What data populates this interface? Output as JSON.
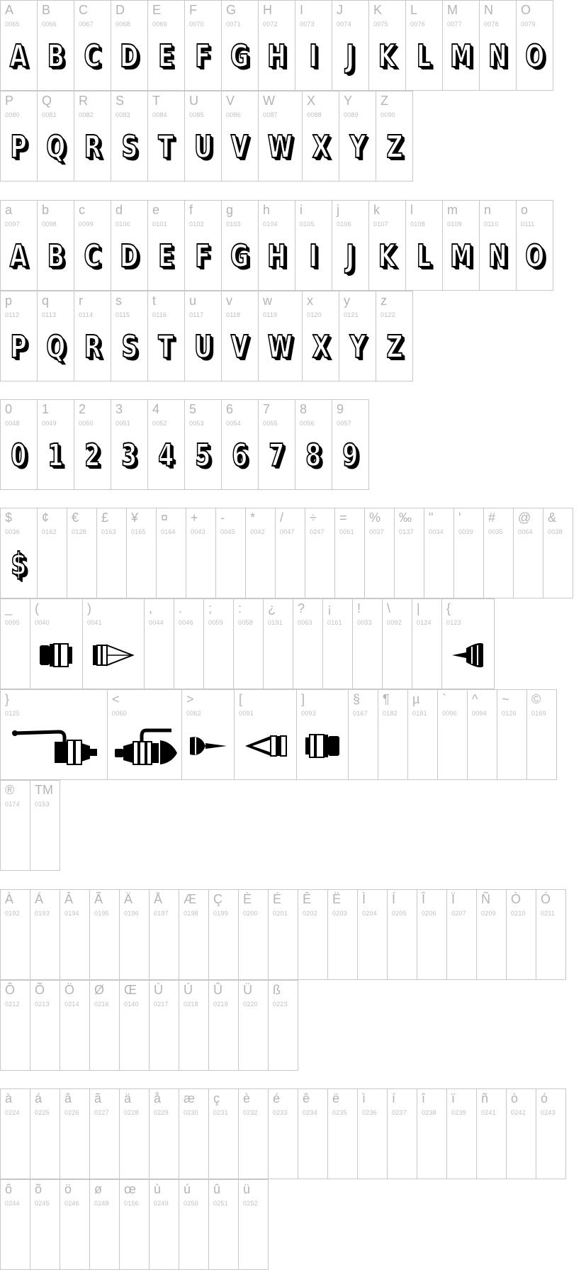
{
  "sections": [
    {
      "id": "uppercase",
      "rows": [
        [
          {
            "label": "A",
            "code": "0065",
            "glyph": "A"
          },
          {
            "label": "B",
            "code": "0066",
            "glyph": "B"
          },
          {
            "label": "C",
            "code": "0067",
            "glyph": "C"
          },
          {
            "label": "D",
            "code": "0068",
            "glyph": "D"
          },
          {
            "label": "E",
            "code": "0069",
            "glyph": "E"
          },
          {
            "label": "F",
            "code": "0070",
            "glyph": "F"
          },
          {
            "label": "G",
            "code": "0071",
            "glyph": "G"
          },
          {
            "label": "H",
            "code": "0072",
            "glyph": "H"
          },
          {
            "label": "I",
            "code": "0073",
            "glyph": "I"
          },
          {
            "label": "J",
            "code": "0074",
            "glyph": "J"
          },
          {
            "label": "K",
            "code": "0075",
            "glyph": "K"
          },
          {
            "label": "L",
            "code": "0076",
            "glyph": "L"
          },
          {
            "label": "M",
            "code": "0077",
            "glyph": "M"
          },
          {
            "label": "N",
            "code": "0078",
            "glyph": "N"
          },
          {
            "label": "O",
            "code": "0079",
            "glyph": "O"
          }
        ],
        [
          {
            "label": "P",
            "code": "0080",
            "glyph": "P"
          },
          {
            "label": "Q",
            "code": "0081",
            "glyph": "Q"
          },
          {
            "label": "R",
            "code": "0082",
            "glyph": "R"
          },
          {
            "label": "S",
            "code": "0083",
            "glyph": "S"
          },
          {
            "label": "T",
            "code": "0084",
            "glyph": "T"
          },
          {
            "label": "U",
            "code": "0085",
            "glyph": "U"
          },
          {
            "label": "V",
            "code": "0086",
            "glyph": "V"
          },
          {
            "label": "W",
            "code": "0087",
            "glyph": "W"
          },
          {
            "label": "X",
            "code": "0088",
            "glyph": "X"
          },
          {
            "label": "Y",
            "code": "0089",
            "glyph": "Y"
          },
          {
            "label": "Z",
            "code": "0090",
            "glyph": "Z"
          }
        ]
      ]
    },
    {
      "id": "lowercase",
      "rows": [
        [
          {
            "label": "a",
            "code": "0097",
            "glyph": "A"
          },
          {
            "label": "b",
            "code": "0098",
            "glyph": "B"
          },
          {
            "label": "c",
            "code": "0099",
            "glyph": "C"
          },
          {
            "label": "d",
            "code": "0100",
            "glyph": "D"
          },
          {
            "label": "e",
            "code": "0101",
            "glyph": "E"
          },
          {
            "label": "f",
            "code": "0102",
            "glyph": "F"
          },
          {
            "label": "g",
            "code": "0103",
            "glyph": "G"
          },
          {
            "label": "h",
            "code": "0104",
            "glyph": "H"
          },
          {
            "label": "i",
            "code": "0105",
            "glyph": "I"
          },
          {
            "label": "j",
            "code": "0106",
            "glyph": "J"
          },
          {
            "label": "k",
            "code": "0107",
            "glyph": "K"
          },
          {
            "label": "l",
            "code": "0108",
            "glyph": "L"
          },
          {
            "label": "m",
            "code": "0109",
            "glyph": "M"
          },
          {
            "label": "n",
            "code": "0110",
            "glyph": "N"
          },
          {
            "label": "o",
            "code": "0111",
            "glyph": "O"
          }
        ],
        [
          {
            "label": "p",
            "code": "0112",
            "glyph": "P"
          },
          {
            "label": "q",
            "code": "0113",
            "glyph": "Q"
          },
          {
            "label": "r",
            "code": "0114",
            "glyph": "R"
          },
          {
            "label": "s",
            "code": "0115",
            "glyph": "S"
          },
          {
            "label": "t",
            "code": "0116",
            "glyph": "T"
          },
          {
            "label": "u",
            "code": "0117",
            "glyph": "U"
          },
          {
            "label": "v",
            "code": "0118",
            "glyph": "V"
          },
          {
            "label": "w",
            "code": "0119",
            "glyph": "W"
          },
          {
            "label": "x",
            "code": "0120",
            "glyph": "X"
          },
          {
            "label": "y",
            "code": "0121",
            "glyph": "Y"
          },
          {
            "label": "z",
            "code": "0122",
            "glyph": "Z"
          }
        ]
      ]
    },
    {
      "id": "digits",
      "rows": [
        [
          {
            "label": "0",
            "code": "0048",
            "glyph": "0"
          },
          {
            "label": "1",
            "code": "0049",
            "glyph": "1"
          },
          {
            "label": "2",
            "code": "0050",
            "glyph": "2"
          },
          {
            "label": "3",
            "code": "0051",
            "glyph": "3"
          },
          {
            "label": "4",
            "code": "0052",
            "glyph": "4"
          },
          {
            "label": "5",
            "code": "0053",
            "glyph": "5"
          },
          {
            "label": "6",
            "code": "0054",
            "glyph": "6"
          },
          {
            "label": "7",
            "code": "0055",
            "glyph": "7"
          },
          {
            "label": "8",
            "code": "0056",
            "glyph": "8"
          },
          {
            "label": "9",
            "code": "0057",
            "glyph": "9"
          }
        ]
      ]
    },
    {
      "id": "symbols",
      "rows": [
        [
          {
            "label": "$",
            "code": "0036",
            "glyph": "$"
          },
          {
            "label": "¢",
            "code": "0162"
          },
          {
            "label": "€",
            "code": "0128"
          },
          {
            "label": "£",
            "code": "0163"
          },
          {
            "label": "¥",
            "code": "0165"
          },
          {
            "label": "¤",
            "code": "0164"
          },
          {
            "label": "+",
            "code": "0043"
          },
          {
            "label": "-",
            "code": "0045"
          },
          {
            "label": "*",
            "code": "0042"
          },
          {
            "label": "/",
            "code": "0047"
          },
          {
            "label": "÷",
            "code": "0247"
          },
          {
            "label": "=",
            "code": "0061"
          },
          {
            "label": "%",
            "code": "0037"
          },
          {
            "label": "‰",
            "code": "0137"
          },
          {
            "label": "\"",
            "code": "0034"
          },
          {
            "label": "'",
            "code": "0039"
          },
          {
            "label": "#",
            "code": "0035"
          },
          {
            "label": "@",
            "code": "0064"
          },
          {
            "label": "&",
            "code": "0038"
          }
        ],
        [
          {
            "label": "_",
            "code": "0095"
          },
          {
            "label": "(",
            "code": "0040",
            "pict": "fuel-tank-icon"
          },
          {
            "label": ")",
            "code": "0041",
            "pict": "pencil-nose-icon"
          },
          {
            "label": ",",
            "code": "0044"
          },
          {
            "label": ".",
            "code": "0046"
          },
          {
            "label": ";",
            "code": "0059"
          },
          {
            "label": ":",
            "code": "0058"
          },
          {
            "label": "¿",
            "code": "0191"
          },
          {
            "label": "?",
            "code": "0063"
          },
          {
            "label": "¡",
            "code": "0161"
          },
          {
            "label": "!",
            "code": "0033"
          },
          {
            "label": "\\",
            "code": "0092"
          },
          {
            "label": "|",
            "code": "0124"
          },
          {
            "label": "{",
            "code": "0123",
            "pict": "rocket-tail-icon"
          }
        ],
        [
          {
            "label": "}",
            "code": "0125",
            "pict": "rocket-arm-icon"
          },
          {
            "label": "<",
            "code": "0060",
            "pict": "rocket-engine-icon"
          },
          {
            "label": ">",
            "code": "0062",
            "pict": "cone-tip-icon"
          },
          {
            "label": "[",
            "code": "0091",
            "pict": "nose-cone-icon"
          },
          {
            "label": "]",
            "code": "0093",
            "pict": "canister-icon"
          },
          {
            "label": "§",
            "code": "0167"
          },
          {
            "label": "¶",
            "code": "0182"
          },
          {
            "label": "µ",
            "code": "0181"
          },
          {
            "label": "`",
            "code": "0096"
          },
          {
            "label": "^",
            "code": "0094"
          },
          {
            "label": "~",
            "code": "0126"
          },
          {
            "label": "©",
            "code": "0169"
          }
        ],
        [
          {
            "label": "®",
            "code": "0174"
          },
          {
            "label": "TM",
            "code": "0153"
          }
        ]
      ]
    },
    {
      "id": "accented-upper",
      "rows": [
        [
          {
            "label": "À",
            "code": "0192"
          },
          {
            "label": "Á",
            "code": "0193"
          },
          {
            "label": "Â",
            "code": "0194"
          },
          {
            "label": "Ã",
            "code": "0195"
          },
          {
            "label": "Ä",
            "code": "0196"
          },
          {
            "label": "Å",
            "code": "0197"
          },
          {
            "label": "Æ",
            "code": "0198"
          },
          {
            "label": "Ç",
            "code": "0199"
          },
          {
            "label": "È",
            "code": "0200"
          },
          {
            "label": "É",
            "code": "0201"
          },
          {
            "label": "Ê",
            "code": "0202"
          },
          {
            "label": "Ë",
            "code": "0203"
          },
          {
            "label": "Ì",
            "code": "0204"
          },
          {
            "label": "Í",
            "code": "0205"
          },
          {
            "label": "Î",
            "code": "0206"
          },
          {
            "label": "Ï",
            "code": "0207"
          },
          {
            "label": "Ñ",
            "code": "0209"
          },
          {
            "label": "Ò",
            "code": "0210"
          },
          {
            "label": "Ó",
            "code": "0211"
          }
        ],
        [
          {
            "label": "Ô",
            "code": "0212"
          },
          {
            "label": "Õ",
            "code": "0213"
          },
          {
            "label": "Ö",
            "code": "0214"
          },
          {
            "label": "Ø",
            "code": "0216"
          },
          {
            "label": "Œ",
            "code": "0140"
          },
          {
            "label": "Ù",
            "code": "0217"
          },
          {
            "label": "Ú",
            "code": "0218"
          },
          {
            "label": "Û",
            "code": "0219"
          },
          {
            "label": "Ü",
            "code": "0220"
          },
          {
            "label": "ß",
            "code": "0223"
          }
        ]
      ]
    },
    {
      "id": "accented-lower",
      "rows": [
        [
          {
            "label": "à",
            "code": "0224"
          },
          {
            "label": "á",
            "code": "0225"
          },
          {
            "label": "â",
            "code": "0226"
          },
          {
            "label": "ã",
            "code": "0227"
          },
          {
            "label": "ä",
            "code": "0228"
          },
          {
            "label": "å",
            "code": "0229"
          },
          {
            "label": "æ",
            "code": "0230"
          },
          {
            "label": "ç",
            "code": "0231"
          },
          {
            "label": "è",
            "code": "0232"
          },
          {
            "label": "é",
            "code": "0233"
          },
          {
            "label": "ê",
            "code": "0234"
          },
          {
            "label": "ë",
            "code": "0235"
          },
          {
            "label": "ì",
            "code": "0236"
          },
          {
            "label": "í",
            "code": "0237"
          },
          {
            "label": "î",
            "code": "0238"
          },
          {
            "label": "ï",
            "code": "0239"
          },
          {
            "label": "ñ",
            "code": "0241"
          },
          {
            "label": "ò",
            "code": "0242"
          },
          {
            "label": "ó",
            "code": "0243"
          }
        ],
        [
          {
            "label": "ô",
            "code": "0244"
          },
          {
            "label": "õ",
            "code": "0245"
          },
          {
            "label": "ö",
            "code": "0246"
          },
          {
            "label": "ø",
            "code": "0248"
          },
          {
            "label": "œ",
            "code": "0156"
          },
          {
            "label": "ù",
            "code": "0249"
          },
          {
            "label": "ú",
            "code": "0250"
          },
          {
            "label": "û",
            "code": "0251"
          },
          {
            "label": "ü",
            "code": "0252"
          }
        ]
      ]
    }
  ]
}
